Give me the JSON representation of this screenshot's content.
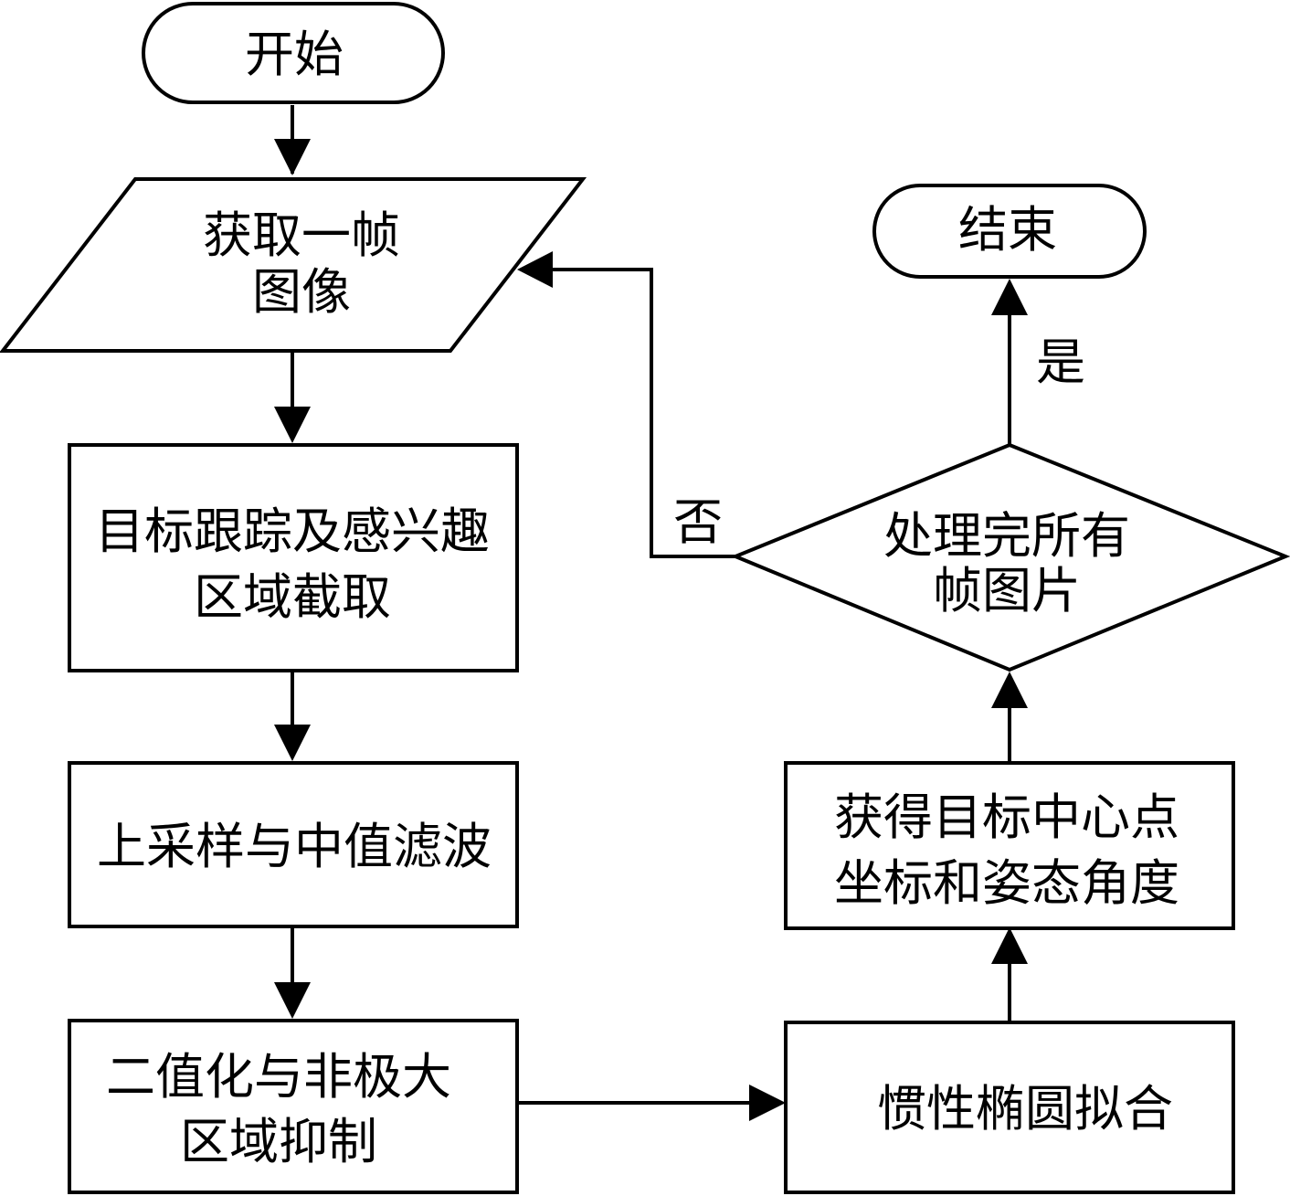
{
  "nodes": {
    "start": {
      "label": "开始"
    },
    "acquire_frame": {
      "lines": [
        "获取一帧",
        "图像"
      ]
    },
    "target_tracking": {
      "lines": [
        "目标跟踪及感兴趣",
        "区域截取"
      ]
    },
    "upsample_filter": {
      "label": "上采样与中值滤波"
    },
    "binarize_suppress": {
      "lines": [
        "二值化与非极大",
        "区域抑制"
      ]
    },
    "inertia_ellipse_fit": {
      "label": "惯性椭圆拟合"
    },
    "get_center_pose": {
      "lines": [
        "获得目标中心点",
        "坐标和姿态角度"
      ]
    },
    "all_frames_done": {
      "lines": [
        "处理完所有",
        "帧图片"
      ]
    },
    "end": {
      "label": "结束"
    }
  },
  "edges": {
    "yes_label": "是",
    "no_label": "否"
  }
}
